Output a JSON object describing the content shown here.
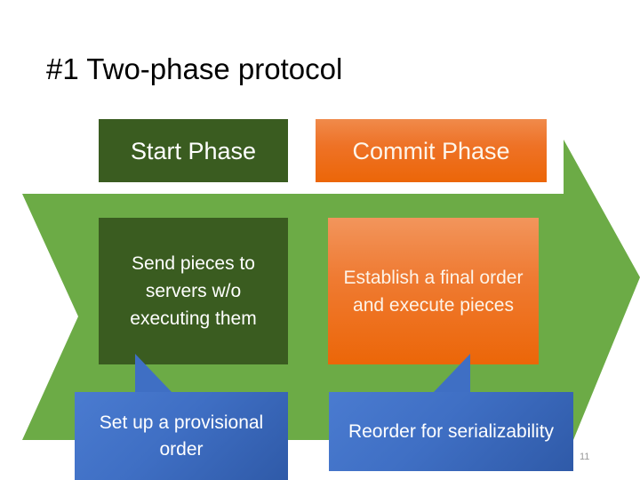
{
  "slide": {
    "title": "#1 Two-phase protocol",
    "number": "11",
    "colors": {
      "arrow_green": "#6cab46",
      "dark_green": "#3a5c20",
      "orange": "#ec6608",
      "blue": "#3f6fc4",
      "title_text": "#000000",
      "slide_number_text": "#9a9a9a"
    }
  },
  "diagram": {
    "type": "two-phase-process-arrow",
    "phases": [
      {
        "id": "start",
        "header": "Start Phase",
        "action": "Send pieces to servers w/o executing them",
        "callout": "Set up a provisional order"
      },
      {
        "id": "commit",
        "header": "Commit Phase",
        "action": "Establish a final order and execute pieces",
        "callout": "Reorder for serializability"
      }
    ]
  }
}
